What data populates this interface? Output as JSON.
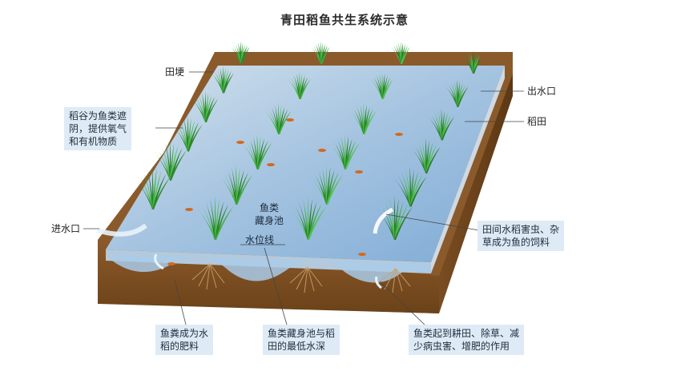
{
  "title": "青田稻鱼共生系统示意",
  "labels": {
    "tiangeng": "田埂",
    "chushuikou": "出水口",
    "daotian": "稻田",
    "jinshuikou": "进水口",
    "yulei_cangshenchi": "鱼类\n藏身池",
    "shuiweixian": "水位线"
  },
  "boxes": {
    "shade": "稻谷为鱼类遮\n阴，提供氧气\n和有机物质",
    "pests": "田间水稻害虫、杂\n草成为鱼的饲料",
    "manure": "鱼粪成为水\n稻的肥料",
    "min_depth": "鱼类藏身池与稻\n田的最低水深",
    "functions": "鱼类起到耕田、除草、减\n少病虫害、增肥的作用"
  },
  "colors": {
    "soil": "#8b5a2b",
    "soil_dark": "#5e3a17",
    "water": "#9cc3e6",
    "rice": "#3aa63a",
    "callout_bg": "#deebf6"
  }
}
